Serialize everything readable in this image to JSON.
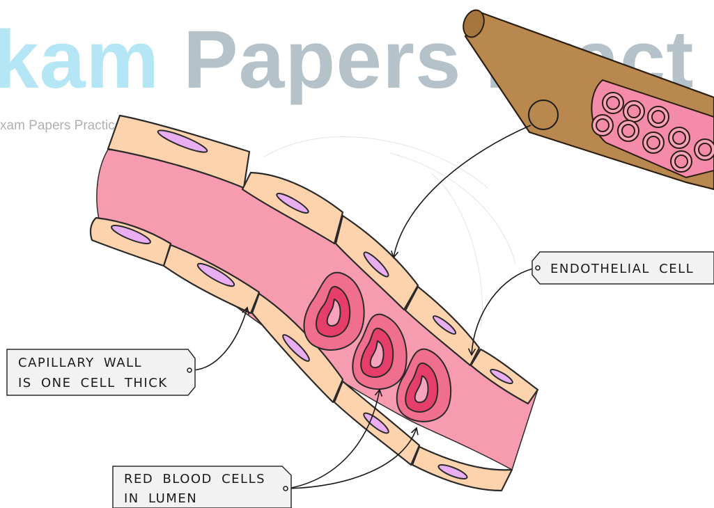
{
  "watermark": {
    "main_part1": "kam ",
    "main_part2": "Papers Pract",
    "small": "xam Papers Practice"
  },
  "labels": {
    "endothelial": "ENDOTHELIAL CELL",
    "capillary_line1": "CAPILLARY WALL",
    "capillary_line2": "IS ONE CELL THICK",
    "rbc_line1": "RED BLOOD CELLS",
    "rbc_line2": "IN LUMEN"
  },
  "colors": {
    "lumen": "#f79bb0",
    "endothelial_cell": "#fcd3ad",
    "nucleus": "#e8aef0",
    "red_blood_cell_outer": "#f06e8e",
    "red_blood_cell_inner": "#e53e6a",
    "vessel_wall": "#b9884f",
    "vessel_lumen": "#f58bab",
    "label_box": "#f2f2f2"
  }
}
